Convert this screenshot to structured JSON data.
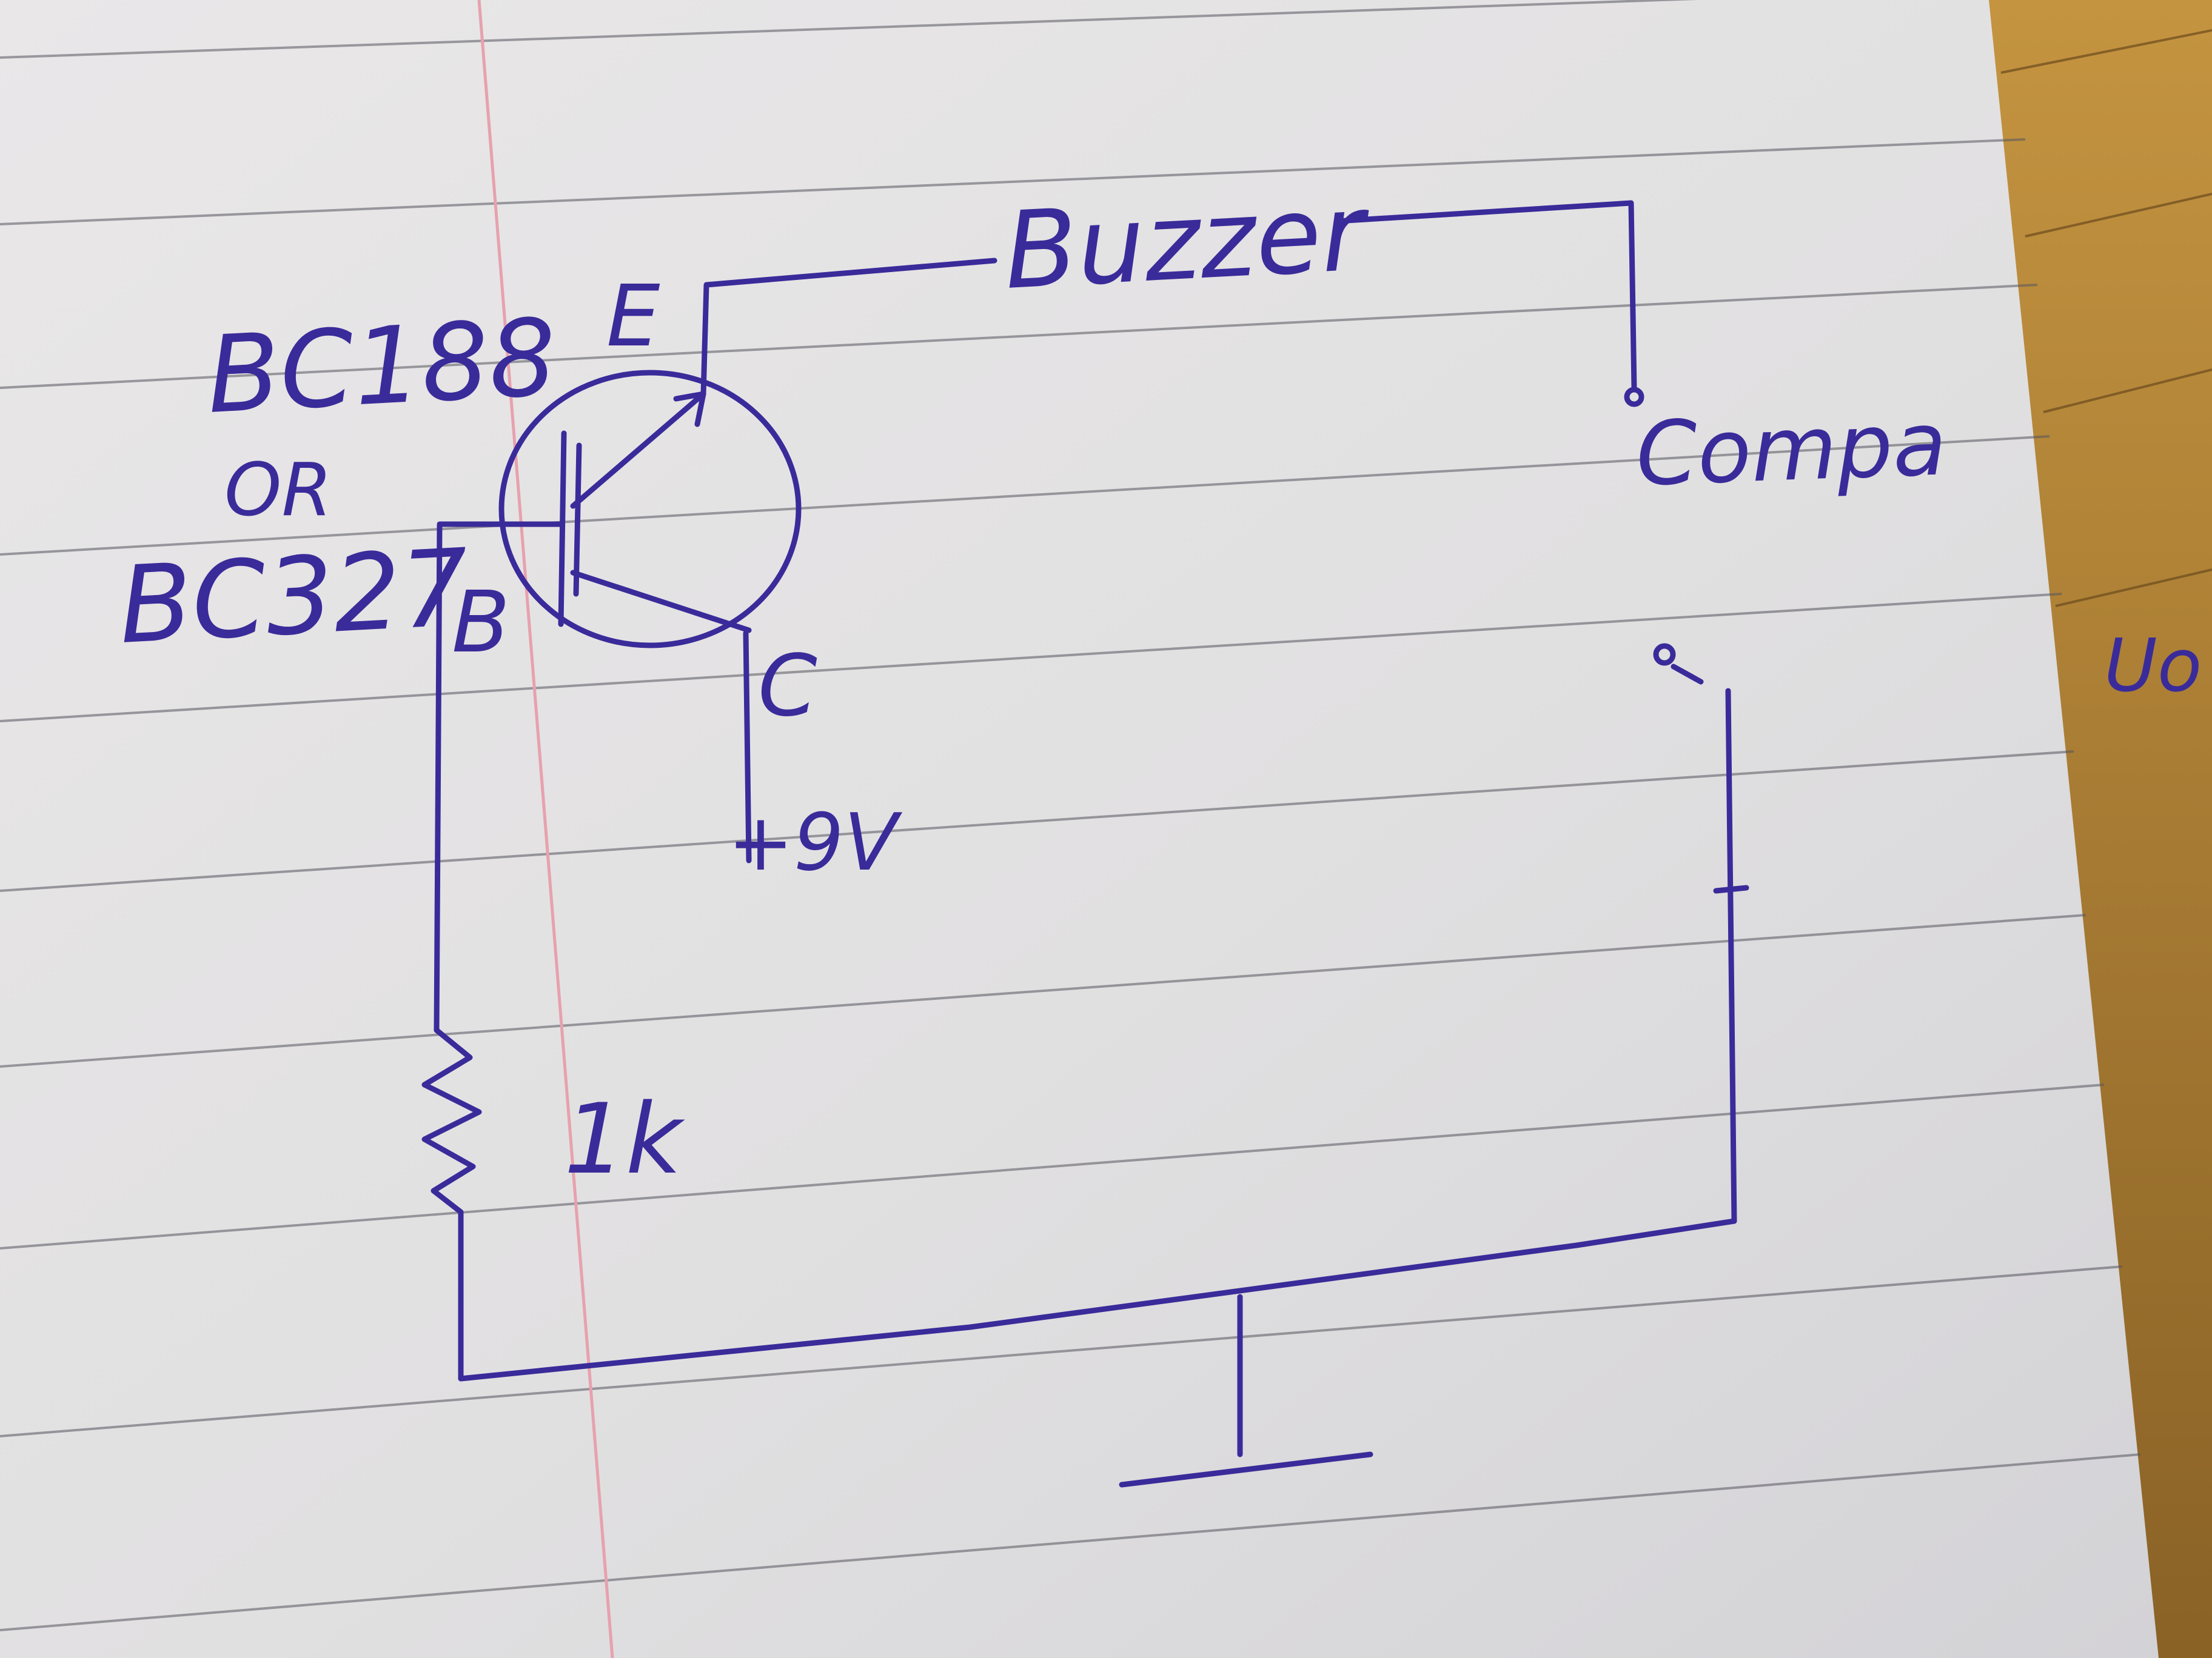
{
  "diagram": {
    "colors": {
      "ink": "#3a2b9a",
      "paper": "#e6e4e4",
      "rule_line": "#55555f",
      "margin_line": "#e7a1ae",
      "folder_edge": "#b68a3e"
    },
    "labels": {
      "transistor_part": "BC188",
      "alternative_word": "OR",
      "transistor_part_alt": "BC327",
      "emitter": "E",
      "base": "B",
      "collector": "C",
      "supply": "+9V",
      "buzzer": "Buzzer",
      "resistor": "1k",
      "compass_text": "Compa",
      "edge_scribble": "Uo"
    }
  }
}
